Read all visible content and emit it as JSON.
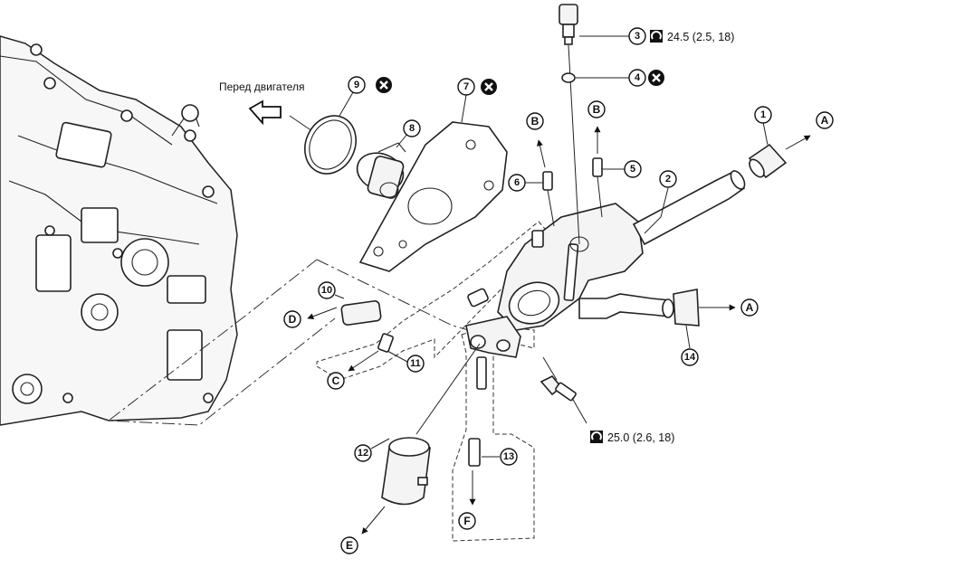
{
  "front_label": "Перед двигателя",
  "torque_specs": {
    "sensor": "24.5 (2.5, 18)",
    "bolt": "25.0 (2.6, 18)"
  },
  "callouts": {
    "c1": "1",
    "c2": "2",
    "c3": "3",
    "c4": "4",
    "c5": "5",
    "c6": "6",
    "c7": "7",
    "c8": "8",
    "c9": "9",
    "c10": "10",
    "c11": "11",
    "c12": "12",
    "c13": "13",
    "c14": "14"
  },
  "refs": {
    "A1": "A",
    "A2": "A",
    "B1": "B",
    "B2": "B",
    "C": "C",
    "D": "D",
    "E": "E",
    "F": "F"
  },
  "icons": {
    "do_not_reuse": "x-circle-icon",
    "torque": "torque-wrench-icon",
    "front": "front-arrow-icon"
  }
}
